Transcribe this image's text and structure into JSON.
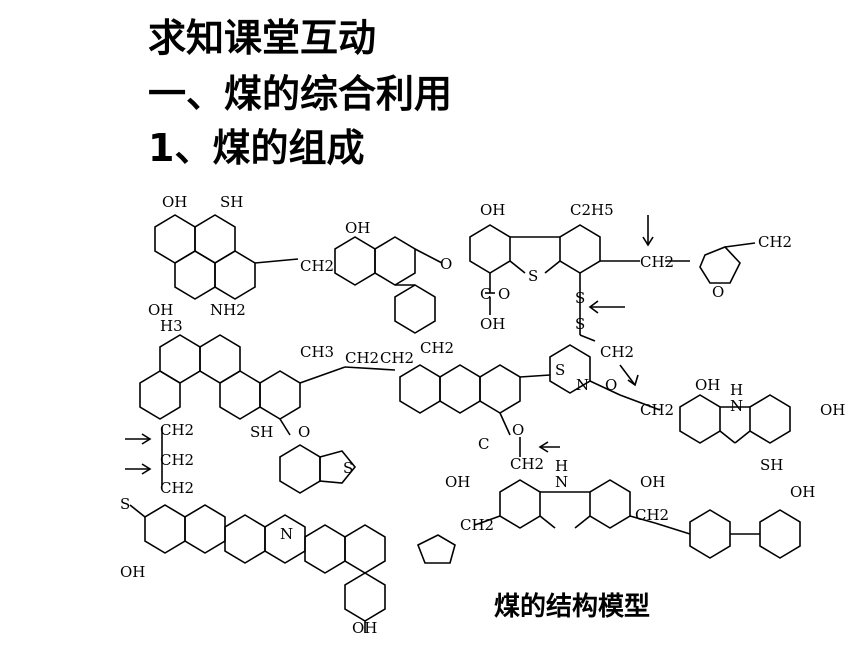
{
  "slide": {
    "title_line1": "求知课堂互动",
    "title_line2": "一、煤的综合利用",
    "title_line3": "1、煤的组成",
    "caption": "煤的结构模型"
  },
  "figure": {
    "labels": {
      "oh": "OH",
      "sh": "SH",
      "nh2": "NH2",
      "ch2": "CH2",
      "c2h5": "C2H5",
      "ch3": "CH3",
      "h3": "H3",
      "s": "S",
      "o": "O",
      "n": "N",
      "h": "H",
      "c": "C",
      "cooh_c": "C",
      "cooh_o": "O"
    }
  }
}
